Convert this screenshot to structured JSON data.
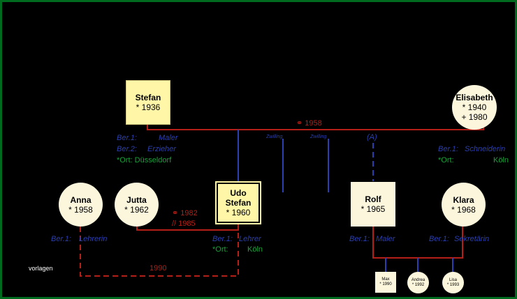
{
  "people": {
    "stefan": {
      "name": "Stefan",
      "birth": "* 1936"
    },
    "elisabeth": {
      "name": "Elisabeth",
      "birth": "* 1940",
      "death": "+ 1980"
    },
    "anna": {
      "name": "Anna",
      "birth": "* 1958"
    },
    "jutta": {
      "name": "Jutta",
      "birth": "* 1962"
    },
    "udo": {
      "name1": "Udo",
      "name2": "Stefan",
      "birth": "* 1960"
    },
    "rolf": {
      "name": "Rolf",
      "birth": "* 1965"
    },
    "klara": {
      "name": "Klara",
      "birth": "* 1968"
    },
    "max": {
      "name": "Max",
      "birth": "* 1990"
    },
    "andrea": {
      "name": "Andrea",
      "birth": "* 1992"
    },
    "lisa": {
      "name": "Lisa",
      "birth": "* 1993"
    }
  },
  "labels": {
    "marriage_1958": "⚭ 1958",
    "marriage_1982": "⚭ 1982",
    "divorce_1985": "// 1985",
    "year_1990": "1990",
    "adopted": "(A)",
    "twin_left": "Zwilling",
    "twin_right": "Zwilling",
    "stefan_job1_key": "Ber.1:",
    "stefan_job1_val": "Maler",
    "stefan_job2_key": "Ber.2:",
    "stefan_job2_val": "Erzieher",
    "stefan_place": "*Ort: Düsseldorf",
    "elisabeth_job_key": "Ber.1:",
    "elisabeth_job_val": "Schneiderin",
    "elisabeth_place_key": "*Ort:",
    "elisabeth_place_val": "Köln",
    "anna_job_key": "Ber.1:",
    "anna_job_val": "Lehrerin",
    "udo_job_key": "Ber.1:",
    "udo_job_val": "Lehrer",
    "udo_place_key": "*Ort:",
    "udo_place_val": "Köln",
    "rolf_job_key": "Ber.1:",
    "rolf_job_val": "Maler",
    "klara_job_key": "Ber.1:",
    "klara_job_val": "Sekretärin",
    "watermark": "vorlagen"
  },
  "colors": {
    "background": "#000000",
    "frame": "#006a1e",
    "marriage_line": "#b42018",
    "descent_line": "#2c3fb0",
    "label_blue": "#2c3fb0",
    "label_green": "#17a33a"
  }
}
